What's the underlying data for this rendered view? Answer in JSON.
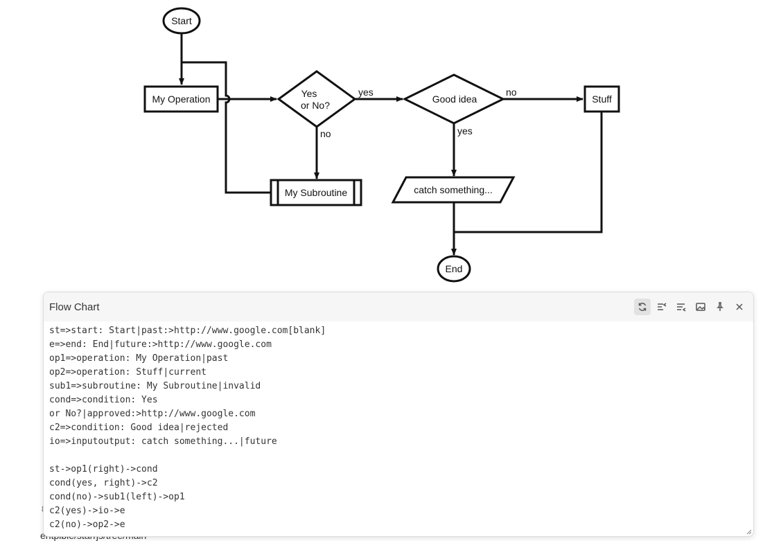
{
  "flowchart": {
    "nodes": {
      "start": "Start",
      "op1": "My Operation",
      "cond_line1": "Yes",
      "cond_line2": "or No?",
      "c2": "Good idea",
      "op2": "Stuff",
      "sub1": "My Subroutine",
      "io": "catch something...",
      "end": "End"
    },
    "edge_labels": {
      "cond_yes": "yes",
      "cond_no": "no",
      "c2_no": "no",
      "c2_yes": "yes"
    }
  },
  "panel": {
    "title": "Flow Chart",
    "toolbar": {
      "icons": [
        "refresh-icon",
        "collapse-icon",
        "wrap-icon",
        "image-icon",
        "pin-icon",
        "close-icon"
      ]
    },
    "code_lines": [
      "st=>start: Start|past:>http://www.google.com[blank]",
      "e=>end: End|future:>http://www.google.com",
      "op1=>operation: My Operation|past",
      "op2=>operation: Stuff|current",
      "sub1=>subroutine: My Subroutine|invalid",
      "cond=>condition: Yes",
      "or No?|approved:>http://www.google.com",
      "c2=>condition: Good idea|rejected",
      "io=>inputoutput: catch something...|future",
      "",
      "st->op1(right)->cond",
      "cond(yes, right)->c2",
      "cond(no)->sub1(left)->op1",
      "c2(yes)->io->e",
      "c2(no)->op2->e"
    ]
  },
  "background": {
    "partial_text": "entpible/starrjs/tree/main"
  }
}
